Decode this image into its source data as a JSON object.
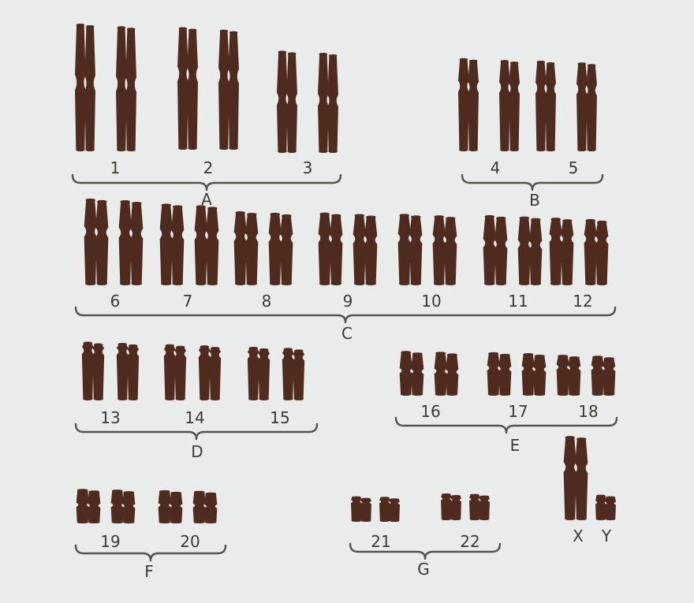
{
  "colors": {
    "background": "#e9ecea",
    "chromosome": "#4f2a1e",
    "ink": "#3a3a36"
  },
  "pairs": [
    {
      "label": "1",
      "length": 1.0,
      "arms": 0.46,
      "shape": "long",
      "group": "A"
    },
    {
      "label": "2",
      "length": 0.96,
      "arms": 0.38,
      "shape": "long",
      "group": "A"
    },
    {
      "label": "3",
      "length": 0.8,
      "arms": 0.47,
      "shape": "long",
      "group": "A"
    },
    {
      "label": "4",
      "length": 0.73,
      "arms": 0.3,
      "shape": "long",
      "group": "B"
    },
    {
      "label": "5",
      "length": 0.71,
      "arms": 0.3,
      "shape": "long",
      "group": "B"
    },
    {
      "label": "6",
      "length": 0.68,
      "arms": 0.38,
      "shape": "medium",
      "group": "C"
    },
    {
      "label": "7",
      "length": 0.64,
      "arms": 0.37,
      "shape": "medium",
      "group": "C"
    },
    {
      "label": "8",
      "length": 0.58,
      "arms": 0.34,
      "shape": "medium",
      "group": "C"
    },
    {
      "label": "9",
      "length": 0.57,
      "arms": 0.35,
      "shape": "medium",
      "group": "C"
    },
    {
      "label": "10",
      "length": 0.56,
      "arms": 0.34,
      "shape": "medium",
      "group": "C"
    },
    {
      "label": "11",
      "length": 0.55,
      "arms": 0.4,
      "shape": "medium",
      "group": "C"
    },
    {
      "label": "12",
      "length": 0.53,
      "arms": 0.3,
      "shape": "medium",
      "group": "C"
    },
    {
      "label": "13",
      "length": 0.46,
      "arms": 0.15,
      "shape": "acro",
      "group": "D"
    },
    {
      "label": "14",
      "length": 0.44,
      "arms": 0.15,
      "shape": "acro",
      "group": "D"
    },
    {
      "label": "15",
      "length": 0.42,
      "arms": 0.16,
      "shape": "acro",
      "group": "D"
    },
    {
      "label": "16",
      "length": 0.35,
      "arms": 0.44,
      "shape": "small",
      "group": "E"
    },
    {
      "label": "17",
      "length": 0.34,
      "arms": 0.36,
      "shape": "small",
      "group": "E"
    },
    {
      "label": "18",
      "length": 0.32,
      "arms": 0.3,
      "shape": "small",
      "group": "E"
    },
    {
      "label": "19",
      "length": 0.27,
      "arms": 0.46,
      "shape": "small",
      "group": "F"
    },
    {
      "label": "20",
      "length": 0.26,
      "arms": 0.45,
      "shape": "small",
      "group": "F"
    },
    {
      "label": "21",
      "length": 0.2,
      "arms": 0.2,
      "shape": "acro-small",
      "group": "G"
    },
    {
      "label": "22",
      "length": 0.21,
      "arms": 0.2,
      "shape": "acro-small",
      "group": "G"
    }
  ],
  "groups": [
    {
      "label": "A"
    },
    {
      "label": "B"
    },
    {
      "label": "C"
    },
    {
      "label": "D"
    },
    {
      "label": "E"
    },
    {
      "label": "F"
    },
    {
      "label": "G"
    }
  ],
  "sex_chromosomes": [
    {
      "label": "X"
    },
    {
      "label": "Y"
    }
  ]
}
